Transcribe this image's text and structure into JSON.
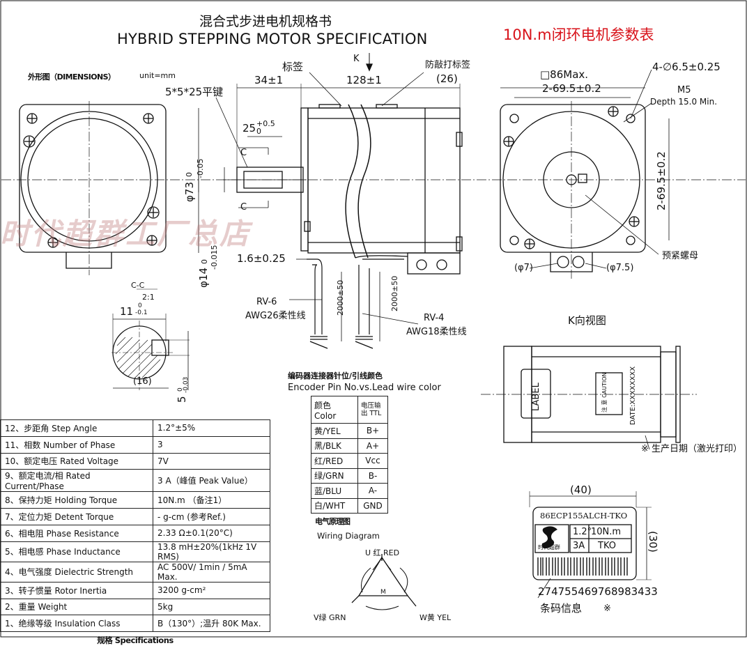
{
  "header": {
    "title_cn": "混合式步进电机规格书",
    "title_en": "HYBRID STEPPING MOTOR SPECIFICATION",
    "badge": "10N.m闭环电机参数表"
  },
  "watermark": "时代超群工厂总店",
  "front_view": {
    "label": "外形图（DIMENSIONS）",
    "unit": "unit=mm"
  },
  "side_view": {
    "label_tag": "标签",
    "k_arrow": "K",
    "anti_tear_tag": "防敲打标签",
    "dim_34": "34±1",
    "dim_128": "128±1",
    "dim_26": "(26)",
    "key_spec": "5*5*25平键",
    "dim_25": "25",
    "dim_25_tol_up": "+0.5",
    "dim_25_tol_dn": "0",
    "section_c": "C",
    "dia73": "φ73",
    "dia73_tol_up": "0",
    "dia73_tol_dn": "-0.05",
    "dia14": "φ14",
    "dia14_tol_up": "0",
    "dia14_tol_dn": "-0.015",
    "dim_1_6": "1.6±0.25",
    "cable1_name": "RV-6",
    "cable1_spec": "AWG26柔性线",
    "cable2_name": "RV-4",
    "cable2_spec": "AWG18柔性线",
    "len_a": "2000±50",
    "len_b": "2000±50"
  },
  "end_view": {
    "square": "□86Max.",
    "holes": "4-∅6.5±0.25",
    "pitch_h": "2-69.5±0.2",
    "pitch_v": "2-69.5±0.2",
    "thread": "M5",
    "depth": "Depth 15.0 Min.",
    "nut": "预紧螺母",
    "d7": "(φ7)",
    "d75": "(φ7.5)"
  },
  "section_cc": {
    "label": "C-C",
    "scale": "2:1",
    "w": "11",
    "w_tol_up": "0",
    "w_tol_dn": "-0.1",
    "h": "(16)",
    "k": "5",
    "k_tol_up": "0",
    "k_tol_dn": "-0.03"
  },
  "k_view": {
    "title": "K向视图",
    "label": "LABEL",
    "caution": "注 意 CAUTION",
    "date": "DATE:XXXXXXXX",
    "note": "※ 生产日期（激光打印）"
  },
  "pins": {
    "title_cn": "编码器连接器针位/引线颜色",
    "title_en": "Encoder Pin No.vs.Lead wire color",
    "head_color": "颜色 Color",
    "head_signal": "电压输出 TTL",
    "rows": [
      {
        "color": "黄/YEL",
        "signal": "B+"
      },
      {
        "color": "黑/BLK",
        "signal": "A+"
      },
      {
        "color": "红/RED",
        "signal": "Vcc"
      },
      {
        "color": "绿/GRN",
        "signal": "B-"
      },
      {
        "color": "蓝/BLU",
        "signal": "A-"
      },
      {
        "color": "白/WHT",
        "signal": "GND"
      }
    ]
  },
  "wiring": {
    "title_cn": "电气原理图",
    "title_en": "Wiring Diagram",
    "u": "U 红 RED",
    "v": "V绿 GRN",
    "w": "W黄 YEL",
    "m": "M"
  },
  "nameplate": {
    "w": "(40)",
    "h": "(30)",
    "model": "86ECP155ALCH-TKO",
    "angle": "1.2°",
    "torque": "10N.m",
    "current": "3A",
    "brand_code": "TKO",
    "brand": "时代超群",
    "barcode": "274755469768983433",
    "barcode_label": "条码信息",
    "mark": "※"
  },
  "specs": {
    "rows": [
      {
        "name": "12、步距角 Step Angle",
        "value": "1.2°±5%"
      },
      {
        "name": "11、相数 Number of Phase",
        "value": "3"
      },
      {
        "name": "10、额定电压 Rated Voltage",
        "value": "7V"
      },
      {
        "name": "9、额定电流/相 Rated Current/Phase",
        "value": "3 A（峰值 Peak Value）"
      },
      {
        "name": "8、保持力矩  Holding Torque",
        "value": "10N.m  （备注1）"
      },
      {
        "name": "7、定位力矩  Detent Torque",
        "value": "- g-cm (参考Ref.)"
      },
      {
        "name": "6、相电阻 Phase Resistance",
        "value": "2.33 Ω±0.1(20°C)"
      },
      {
        "name": "5、相电感 Phase Inductance",
        "value": "13.8 mH±20%(1kHz 1V RMS)"
      },
      {
        "name": "4、电气强度 Dielectric Strength",
        "value": "AC 500V/ 1min / 5mA Max."
      },
      {
        "name": "3、转子惯量 Rotor Inertia",
        "value": "3200 g-cm²"
      },
      {
        "name": "2、重量 Weight",
        "value": "5kg"
      },
      {
        "name": "1、绝缘等级 Insulation Class",
        "value": "B（130°）;温升  80K Max."
      }
    ],
    "footer": "规格  Specifications"
  }
}
